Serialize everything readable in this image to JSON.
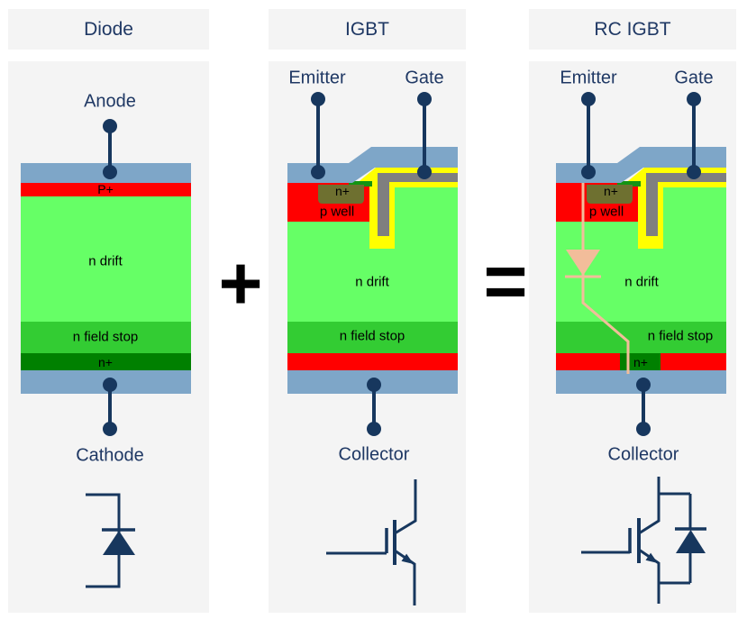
{
  "figure": {
    "description": "Cross-sections showing that a Diode plus an IGBT equals an RC IGBT",
    "operators": {
      "plus": "+",
      "equals": "="
    },
    "colors": {
      "panel_bg": "#f4f4f4",
      "text_navy": "#1f3864",
      "line_navy": "#17375e",
      "metal": "#7ea6c8",
      "silicon_red": "#ff0000",
      "n_drift": "#66ff66",
      "n_field_stop": "#33cc33",
      "n_plus": "#008000",
      "n_source_strip": "#139413",
      "n_plus_well": "#6e7030",
      "oxide_yellow": "#ffff00",
      "gate_gray": "#7f7f7f",
      "diode_overlay": "#f2bd9a",
      "operator_black": "#000000",
      "label_black": "#000000"
    },
    "columns": [
      {
        "title": "Diode",
        "terminals": {
          "top": "Anode",
          "bottom": "Cathode"
        },
        "layers": {
          "p_plus": "P+",
          "n_drift": "n drift",
          "n_field_stop": "n field stop",
          "n_plus": "n+"
        },
        "symbol": "diode"
      },
      {
        "title": "IGBT",
        "terminals": {
          "top_left": "Emitter",
          "top_right": "Gate",
          "bottom": "Collector"
        },
        "layers": {
          "n_source": "n+",
          "p_well": "p well",
          "n_drift": "n drift",
          "n_field_stop": "n field stop"
        },
        "symbol": "igbt"
      },
      {
        "title": "RC IGBT",
        "terminals": {
          "top_left": "Emitter",
          "top_right": "Gate",
          "bottom": "Collector"
        },
        "layers": {
          "n_source": "n+",
          "p_well": "p well",
          "n_drift": "n drift",
          "n_field_stop": "n field stop",
          "n_collector": "n+"
        },
        "symbol": "rc-igbt"
      }
    ]
  }
}
